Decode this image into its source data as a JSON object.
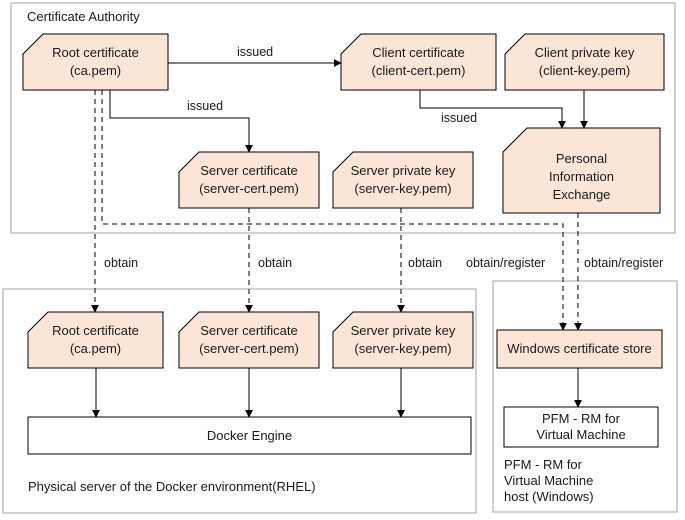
{
  "regions": {
    "ca": "Certificate Authority",
    "docker": "Physical server of the Docker environment(RHEL)",
    "windows": [
      "PFM - RM for",
      "Virtual Machine",
      "host (Windows)"
    ]
  },
  "ca": {
    "root": [
      "Root certificate",
      "(ca.pem)"
    ],
    "client_cert": [
      "Client certificate",
      "(client-cert.pem)"
    ],
    "client_key": [
      "Client private key",
      "(client-key.pem)"
    ],
    "server_cert": [
      "Server certificate",
      "(server-cert.pem)"
    ],
    "server_key": [
      "Server private key",
      "(server-key.pem)"
    ],
    "pfx": [
      "Personal",
      "Information",
      "Exchange"
    ]
  },
  "docker": {
    "root": [
      "Root certificate",
      "(ca.pem)"
    ],
    "server_cert": [
      "Server certificate",
      "(server-cert.pem)"
    ],
    "server_key": [
      "Server private key",
      "(server-key.pem)"
    ],
    "engine": "Docker Engine"
  },
  "windows": {
    "store": "Windows certificate store",
    "pfm": [
      "PFM - RM for",
      "Virtual Machine"
    ]
  },
  "edges": {
    "issued_client": "issued",
    "issued_server": "issued",
    "issued_pfx": "issued",
    "obtain_root": "obtain",
    "obtain_cert": "obtain",
    "obtain_key": "obtain",
    "obtain_register_root": "obtain/register",
    "obtain_register_pfx": "obtain/register"
  },
  "colors": {
    "box_fill": "#fbe5d6",
    "line": "#000000",
    "region_border": "#a6a6a6"
  }
}
